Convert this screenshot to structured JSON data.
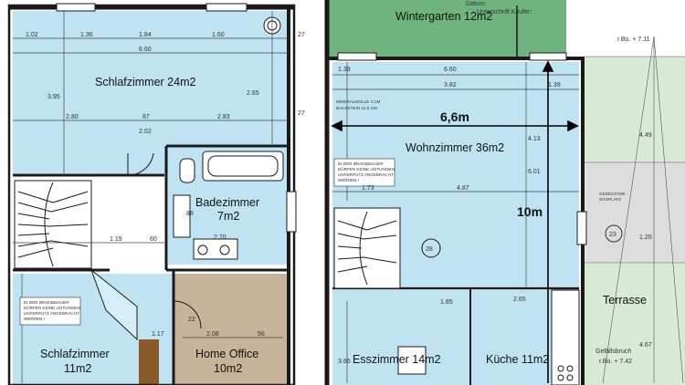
{
  "colors": {
    "room_fill": "#bfe3f2",
    "wintergarten_fill": "#6fb37f",
    "office_fill": "#c8b39b",
    "terrace_fill": "#d7ead6",
    "covered_fill": "#dddddd",
    "wall": "#1a1a1a",
    "dim_line": "#444444",
    "door_fill": "#8a5a2a"
  },
  "rooms": {
    "schlafzimmer_1": "Schlafzimmer 24m2",
    "badezimmer_line1": "Badezimmer",
    "badezimmer_line2": "7m2",
    "schlafzimmer_2_line1": "Schlafzimmer",
    "schlafzimmer_2_line2": "11m2",
    "home_office_line1": "Home Office",
    "home_office_line2": "10m2",
    "wintergarten": "Wintergarten 12m2",
    "wohnzimmer": "Wohnzimmer 36m2",
    "esszimmer": "Esszimmer 14m2",
    "kueche": "Küche 11m2",
    "terrasse": "Terrasse"
  },
  "measurements": {
    "width": "6,6m",
    "length": "10m"
  },
  "dimensions": {
    "d1_02": "1.02",
    "d1_36": "1.36",
    "d1_84": "1.84",
    "d1_60": "1.60",
    "d6_60_left": "6.60",
    "d2_80": "2.80",
    "d87": "87",
    "d2_83": "2.83",
    "d2_02": "2.02",
    "d3_95": "3.95",
    "d2_65": "2.65",
    "d27_5_a": "27",
    "d27_5_b": "27",
    "d2_70": "2.70",
    "d1_19": "1.19",
    "d60": "60",
    "d2_08": "2.08",
    "d1_17": "1.17",
    "d56": "56",
    "d88": "88",
    "d22": "22",
    "d1_39": "1.39",
    "d6_60_right": "6.60",
    "d3_82": "3.82",
    "d1_39_b": "1.39",
    "d1_73": "1.73",
    "d4_87": "4.87",
    "d6_01": "6.01",
    "d4_13": "4.13",
    "d2_65_b": "2.65",
    "d3_65": "3.65",
    "d28": "28",
    "d1_85": "1.85",
    "dRBo_711": "r.Bo. + 7.11",
    "dRBo_742": "r.Bo. + 7.42",
    "d4_49": "4.49",
    "d1_20": "1.20",
    "d4_67": "4.67",
    "d23": "23"
  },
  "notes": {
    "datum": "Datum:",
    "unterschrift": "Unterschrift Käufer:",
    "brandmauer_a_1": "IN DER BRANDMAUER",
    "brandmauer_a_2": "DÜRFEN KEINE LEITUNGEN",
    "brandmauer_a_3": "UNTERPUTZ ANGEBRACHT",
    "brandmauer_a_4": "WERDEN !",
    "brandmauer_b_1": "IN DER BRANDMAUER",
    "brandmauer_b_2": "DÜRFEN KEINE LEITUNGEN",
    "brandmauer_b_3": "UNTERPUTZ ANGEBRACHT",
    "brandmauer_b_4": "WERDEN !",
    "mineralwolle": "MINERALWOLLE 4 CM",
    "backstein": "BACKSTEIN 12.5 CM",
    "gedeckter_1": "GEDECKTER",
    "gedeckter_2": "SITZPLATZ",
    "gefaellsbruch": "Gefällsbruch"
  }
}
